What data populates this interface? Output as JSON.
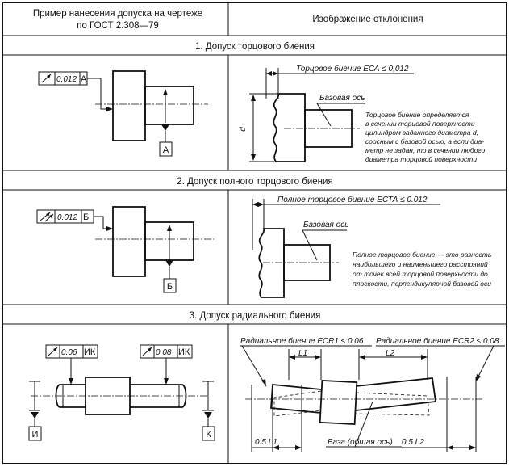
{
  "header": {
    "left_line1": "Пример нанесения допуска на чертеже",
    "left_line2": "по ГОСТ 2.308—79",
    "right": "Изображение отклонения"
  },
  "sections": [
    {
      "title": "1. Допуск торцового биения",
      "frame_value": "0.012",
      "frame_base": "А",
      "datum_letter": "А",
      "deviation_label": "Торцовое биение ЕСА ≤ 0,012",
      "base_axis_label": "Базовая ось",
      "dim_label": "d",
      "description": [
        "Торцовое биение определяется",
        "в сечении торцовой поверхности",
        "цилиндром заданного диаметра d,",
        "соосным с базовой осью, а если диа-",
        "метр не задан, то в сечении любого",
        "диаметра торцовой поверхности"
      ]
    },
    {
      "title": "2. Допуск полного торцового биения",
      "frame_value": "0.012",
      "frame_base": "Б",
      "datum_letter": "Б",
      "deviation_label": "Полное торцовое биение ЕСТА  ≤ 0.012",
      "base_axis_label": "Базовая ось",
      "description": [
        "Полное торцовое биение — это разность",
        "наибольшего и наименьшего расстояний",
        "от точек всей торцовой поверхности до",
        "плоскости, перпендикулярной базовой оси"
      ]
    },
    {
      "title": "3. Допуск радиального биения",
      "frame1_value": "0.06",
      "frame1_base": "ИК",
      "frame2_value": "0.08",
      "frame2_base": "ИК",
      "datum1": "И",
      "datum2": "К",
      "label_r1": "Радиальное биение ЕСR1 ≤ 0.06",
      "label_r2": "Радиальное биение ЕСR2 ≤  0.08",
      "l1": "L1",
      "l2": "L2",
      "half_l1": "0.5 L1",
      "half_l2": "0.5 L2",
      "base_common": "База (общая ось)"
    }
  ]
}
